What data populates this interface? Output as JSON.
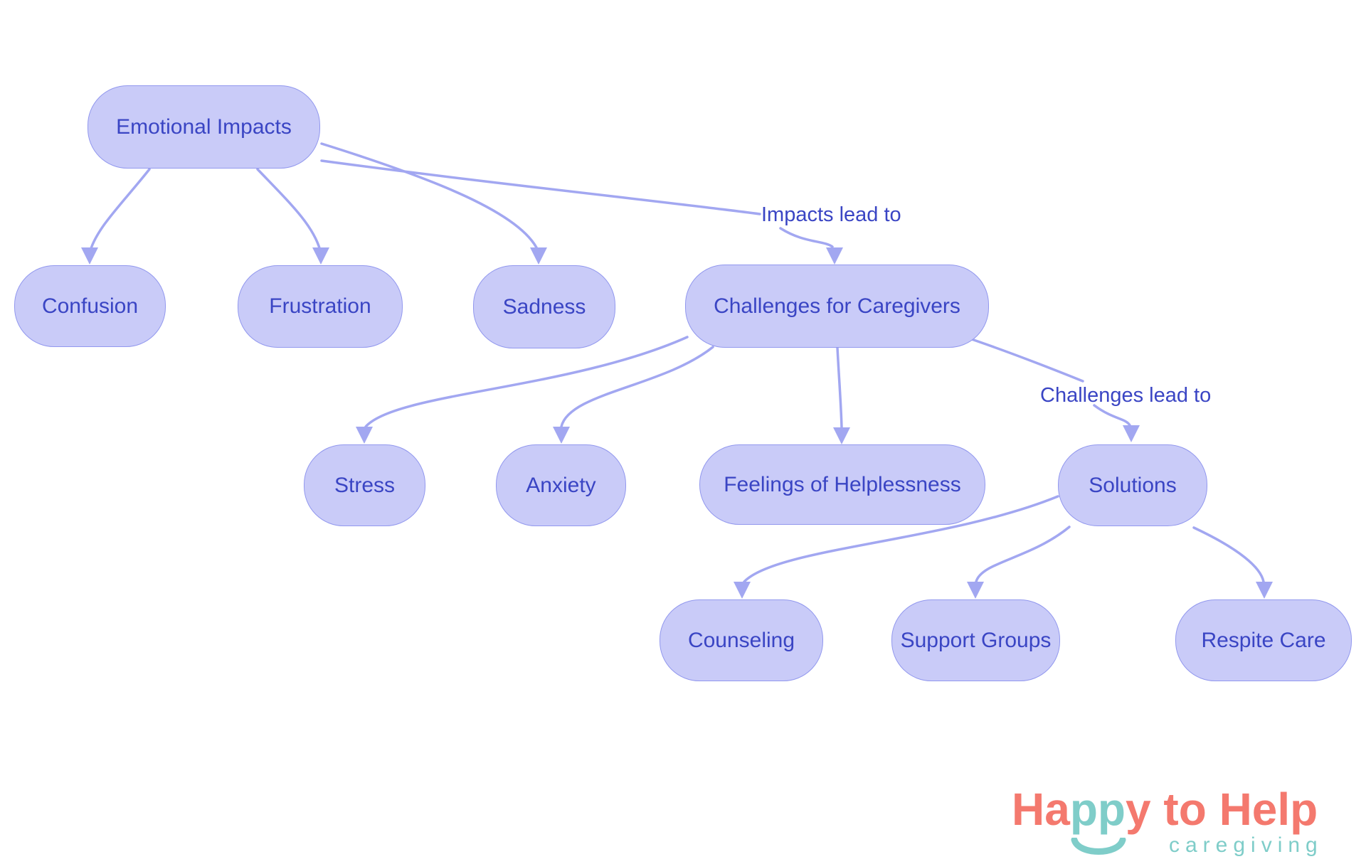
{
  "diagram": {
    "nodes": {
      "emotional_impacts": {
        "label": "Emotional Impacts"
      },
      "confusion": {
        "label": "Confusion"
      },
      "frustration": {
        "label": "Frustration"
      },
      "sadness": {
        "label": "Sadness"
      },
      "challenges": {
        "label": "Challenges for Caregivers"
      },
      "stress": {
        "label": "Stress"
      },
      "anxiety": {
        "label": "Anxiety"
      },
      "helplessness": {
        "label": "Feelings of Helplessness"
      },
      "solutions": {
        "label": "Solutions"
      },
      "counseling": {
        "label": "Counseling"
      },
      "support_groups": {
        "label": "Support Groups"
      },
      "respite_care": {
        "label": "Respite Care"
      }
    },
    "edge_labels": {
      "impacts": "Impacts lead to",
      "challenges": "Challenges lead to"
    }
  },
  "logo": {
    "word1_part1": "Ha",
    "word1_part2": "pp",
    "word1_part3": "y",
    "word2": " to ",
    "word3": "Help",
    "tagline": "caregiving"
  },
  "colors": {
    "node_fill": "#c9cbf8",
    "node_border": "#9298ee",
    "node_text": "#3a45c4",
    "edge": "#a2a7f1",
    "label_text": "#3a45c4",
    "logo_coral": "#f4796e",
    "logo_teal": "#7fcdc9"
  }
}
